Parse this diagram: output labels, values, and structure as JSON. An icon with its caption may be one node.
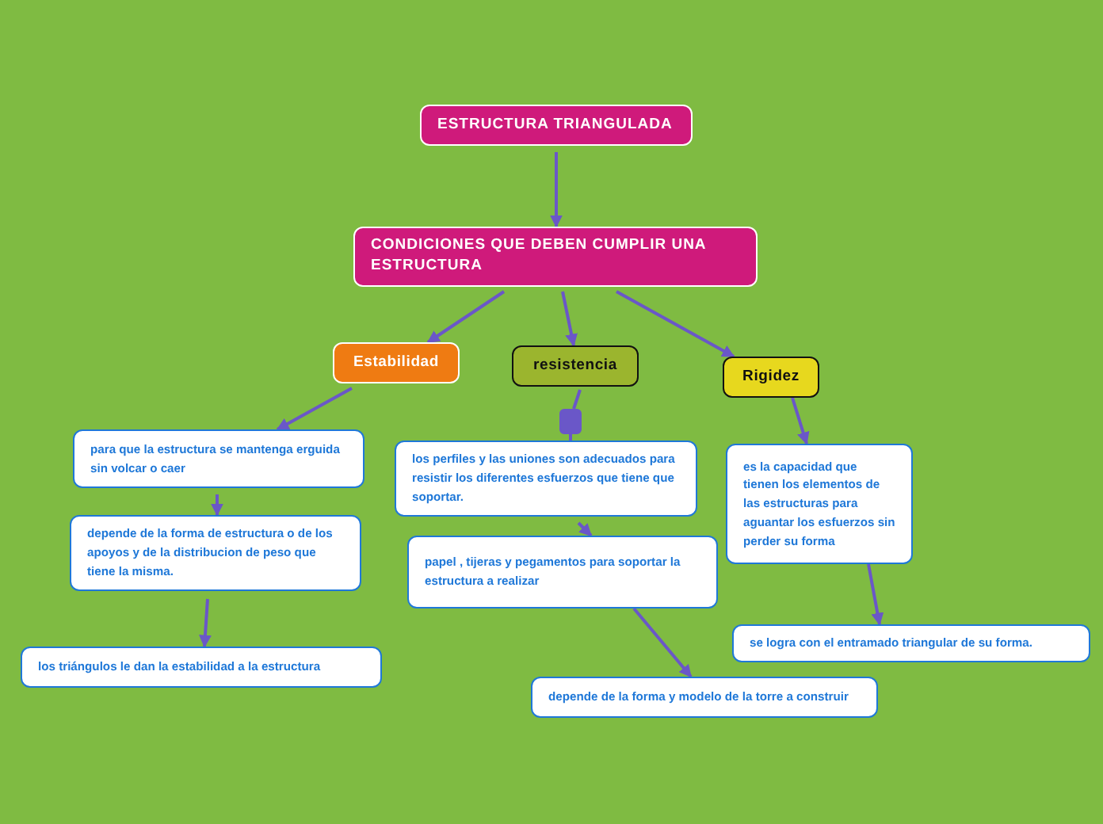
{
  "diagram": {
    "nodes": [
      {
        "text": [
          "ESTRUCTURA TRIANGULADA"
        ]
      },
      {
        "text": [
          "CONDICIONES  QUE DEBEN CUMPLIR UNA ESTRUCTURA"
        ]
      },
      {
        "text": [
          "Estabilidad"
        ]
      },
      {
        "text": [
          "resistencia"
        ]
      },
      {
        "text": [
          "Rigidez"
        ]
      },
      {
        "text": [
          "para que la estructura se mantenga erguida  sin volcar o caer"
        ]
      },
      {
        "text": [
          "depende de la forma de estructura  o de los apoyos y de la distribucion de peso que tiene la misma."
        ]
      },
      {
        "text": [
          "los triángulos le dan  la estabilidad a la estructura"
        ]
      },
      {
        "text": [],
        "shape": "box"
      },
      {
        "text": [
          "los perfiles y  las uniones son adecuados para resistir  los diferentes esfuerzos que tiene que soportar."
        ]
      },
      {
        "text": [
          "papel , tijeras y pegamentos  para soportar la estructura a realizar"
        ]
      },
      {
        "text": [
          "depende de la forma y modelo de la torre a construir"
        ]
      },
      {
        "text": [
          "es la capacidad  que tienen los elementos de las estructuras para aguantar los esfuerzos sin perder su forma"
        ]
      },
      {
        "text": [
          "se logra  con el entramado  triangular de su forma."
        ]
      }
    ],
    "edges": [
      {
        "from": 0,
        "to": 1,
        "arrow": "to"
      },
      {
        "from": 1,
        "to": 2,
        "arrow": "to"
      },
      {
        "from": 1,
        "to": 3,
        "arrow": "to"
      },
      {
        "from": 1,
        "to": 4,
        "arrow": "to"
      },
      {
        "from": 2,
        "to": 5,
        "arrow": "to"
      },
      {
        "from": 5,
        "to": 6,
        "arrow": "to"
      },
      {
        "from": 6,
        "to": 7,
        "arrow": "to"
      },
      {
        "from": 3,
        "to": 8,
        "arrow": "none"
      },
      {
        "from": 8,
        "to": 9,
        "arrow": "none"
      },
      {
        "from": 9,
        "to": 10,
        "arrow": "to"
      },
      {
        "from": 10,
        "to": 11,
        "arrow": "to"
      },
      {
        "from": 4,
        "to": 12,
        "arrow": "to"
      },
      {
        "from": 12,
        "to": 13,
        "arrow": "to"
      }
    ]
  }
}
